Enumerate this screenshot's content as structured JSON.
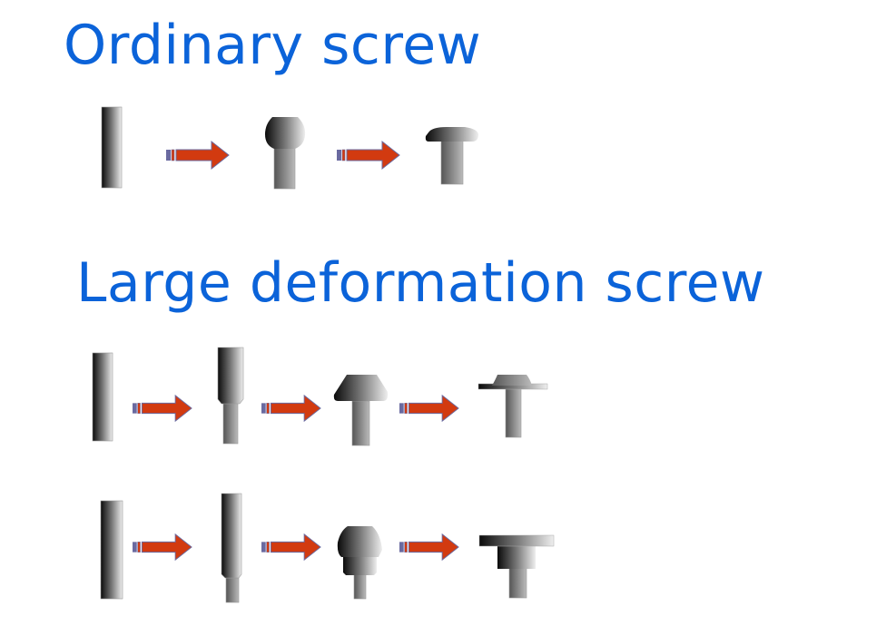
{
  "titles": {
    "ordinary": "Ordinary screw",
    "large_deformation": "Large deformation screw"
  },
  "colors": {
    "title": "#0b63d9",
    "arrow": "#d23a10",
    "arrow_outline": "#6a6aa0",
    "metal_dark": "#000000",
    "metal_light": "#f2f2f2"
  },
  "processes": [
    {
      "name": "ordinary",
      "stages": [
        "rod",
        "ball-head",
        "flat-head"
      ]
    },
    {
      "name": "large-deformation-a",
      "stages": [
        "rod",
        "stepped-rod",
        "cone-head",
        "flanged-head"
      ]
    },
    {
      "name": "large-deformation-b",
      "stages": [
        "rod",
        "stepped-rod",
        "dome-head",
        "stepped-flange-head"
      ]
    }
  ]
}
